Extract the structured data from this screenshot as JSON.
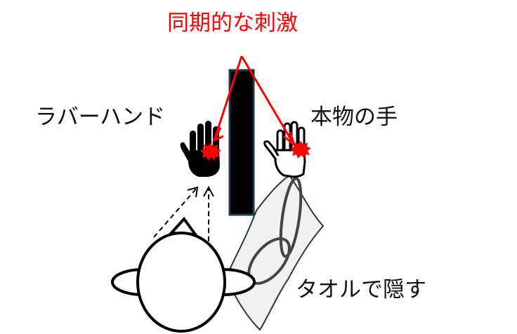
{
  "labels": {
    "stimulus": "同期的な刺激",
    "rubber_hand": "ラバーハンド",
    "real_hand": "本物の手",
    "towel": "タオルで隠す"
  },
  "colors": {
    "stimulus_text": "#ff0000",
    "stimulus_line": "#ff0000",
    "stimulus_burst": "#ff0000",
    "partition_fill": "#000000",
    "partition_edge": "#1f3a4a",
    "towel_fill": "#f1f1f1",
    "towel_edge": "#1f3a4a",
    "arm_stroke": "#444444",
    "ink": "#000000"
  },
  "icons": {
    "rubber_hand": "filled-hand-icon",
    "real_hand": "outline-hand-icon",
    "stimulus": "starburst-icon"
  }
}
